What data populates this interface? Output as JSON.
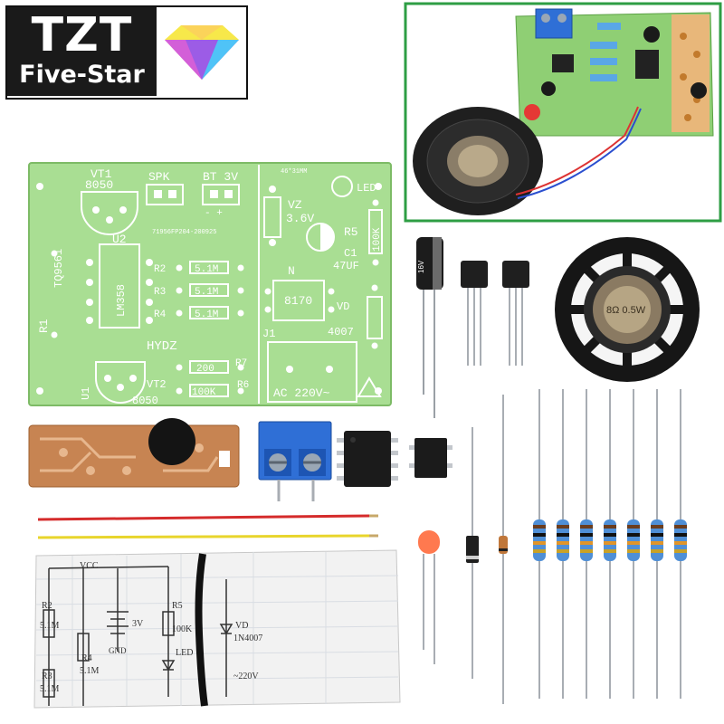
{
  "logo": {
    "brand": "TZT",
    "tagline": "Five-Star",
    "diamond_colors": [
      "#f7e84a",
      "#f47fb6",
      "#4fc3f7",
      "#9c5ce6"
    ]
  },
  "pcb": {
    "vt1_label": "VT1",
    "vt1_part": "8050",
    "spk_label": "SPK",
    "bt_label": "BT 3V",
    "bt_polarity": "-   +",
    "size_note": "46*31MM",
    "vz_label": "VZ",
    "vz_value": "3.6V",
    "led_label": "LED",
    "r5_label": "R5",
    "r5_value": "100K",
    "c1_label": "C1",
    "c1_value": "47UF",
    "batch_code": "71956FP204-200925",
    "u2_label": "U2",
    "ic_label": "LM358",
    "tq_label": "TQ9561",
    "r1_label": "R1",
    "r2_label": "R2",
    "r3_label": "R3",
    "r4_label": "R4",
    "r_value": "5.1M",
    "n_label": "N",
    "n_part": "8170",
    "vd_label": "VD",
    "vd_part": "4007",
    "j1_label": "J1",
    "hydz_label": "HYDZ",
    "r7_label": "R7",
    "r7_value": "200",
    "r6_label": "R6",
    "r6_value": "100K",
    "u1_label": "U1",
    "vt2_label": "VT2",
    "vt2_part": "8050",
    "ac_label": "AC 220V~",
    "colors": {
      "board": "#a9de93",
      "silk": "#ffffff",
      "border": "#2e7d32"
    }
  },
  "capacitor": {
    "voltage": "16V"
  },
  "speaker": {
    "center_label": "8Ω 0.5W"
  },
  "schematic": {
    "vcc": "VCC",
    "r2": "R2",
    "r2_value": "5.1M",
    "r3": "R3",
    "r3_value": "5.1M",
    "r4": "R4",
    "r4_value": "5.1M",
    "battery": "3V",
    "gnd": "GND",
    "r5": "R5",
    "r5_value": "100K",
    "led": "LED",
    "vd": "VD",
    "vd_part": "1N4007",
    "ac": "~220V"
  },
  "assembled_photo": {
    "border_color": "#2e9e44"
  }
}
